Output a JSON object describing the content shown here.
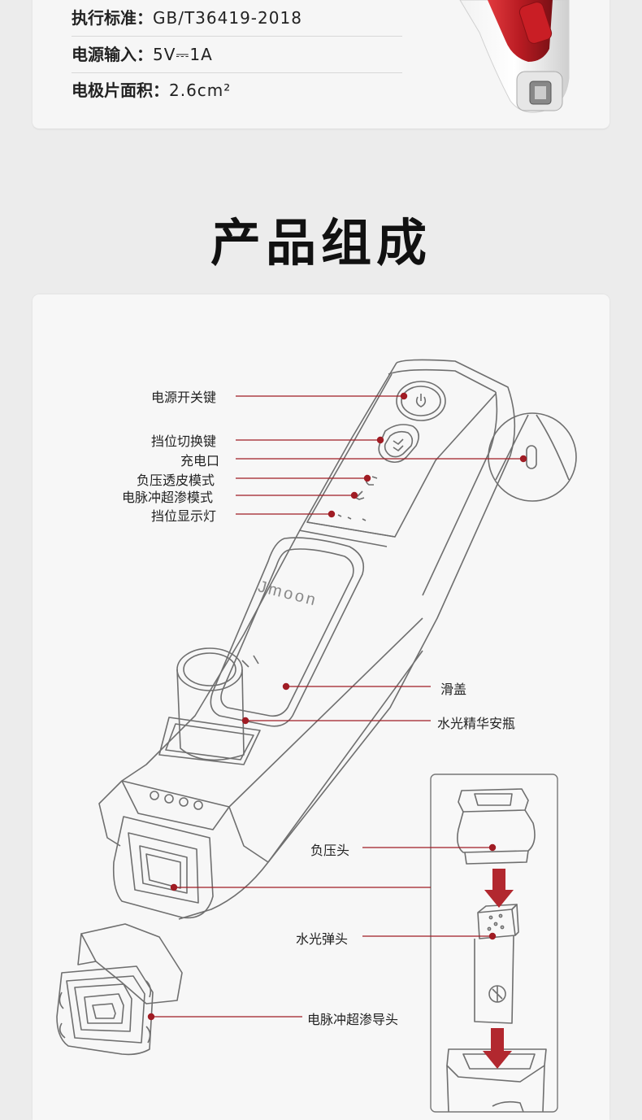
{
  "specs": [
    {
      "key": "执行标准：",
      "value": "GB/T36419-2018"
    },
    {
      "key": "电源输入：",
      "value": "5V⎓1A"
    },
    {
      "key": "电极片面积：",
      "value": "2.6cm²"
    }
  ],
  "section_title": "产品组成",
  "brand_text": "Jmoon",
  "labels": {
    "power_key": "电源开关键",
    "gear_switch": "挡位切换键",
    "charge_port": "充电口",
    "negative_mode": "负压透皮模式",
    "pulse_mode": "电脉冲超渗模式",
    "gear_light": "挡位显示灯",
    "slide_cover": "滑盖",
    "ampoule": "水光精华安瓶",
    "negative_head": "负压头",
    "water_head": "水光弹头",
    "pulse_head": "电脉冲超渗导头"
  },
  "colors": {
    "accent": "#a01c24",
    "line": "#6a6a6a",
    "device_red": "#c8202a"
  }
}
